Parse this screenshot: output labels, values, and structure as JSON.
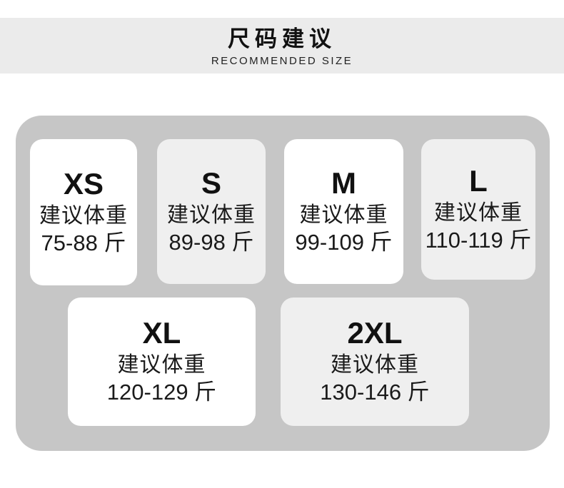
{
  "header": {
    "title": "尺码建议",
    "subtitle": "RECOMMENDED SIZE"
  },
  "sizes": [
    {
      "label": "XS",
      "advice": "建议体重",
      "range": "75-88 斤",
      "variant": "white"
    },
    {
      "label": "S",
      "advice": "建议体重",
      "range": "89-98 斤",
      "variant": "gray"
    },
    {
      "label": "M",
      "advice": "建议体重",
      "range": "99-109 斤",
      "variant": "white"
    },
    {
      "label": "L",
      "advice": "建议体重",
      "range": "110-119 斤",
      "variant": "gray"
    },
    {
      "label": "XL",
      "advice": "建议体重",
      "range": "120-129 斤",
      "variant": "white"
    },
    {
      "label": "2XL",
      "advice": "建议体重",
      "range": "130-146 斤",
      "variant": "gray"
    }
  ],
  "colors": {
    "header_band": "#ebebeb",
    "panel": "#c6c6c6",
    "card": "#ffffff",
    "card_alt": "#efefef",
    "text": "#111111"
  }
}
